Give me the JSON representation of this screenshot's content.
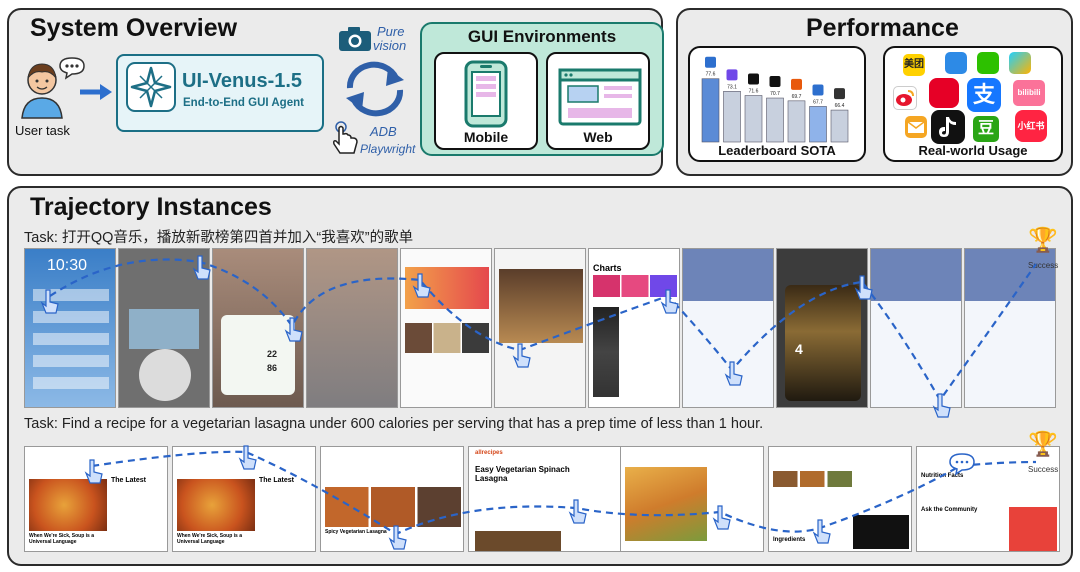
{
  "system_overview": {
    "title": "System Overview",
    "user_task_label": "User task",
    "agent_name": "UI-Venus-1.5",
    "agent_subtitle": "End-to-End GUI Agent",
    "pure_vision_line1": "Pure",
    "pure_vision_line2": "vision",
    "adb_label": "ADB",
    "playwright_label": "Playwright",
    "gui_env_title": "GUI Environments",
    "env_mobile": "Mobile",
    "env_web": "Web"
  },
  "performance": {
    "title": "Performance",
    "leaderboard_label": "Leaderboard SOTA",
    "realworld_label": "Real-world Usage",
    "bar_values": [
      "77.6",
      "73.1",
      "71.6",
      "70.7",
      "69.7",
      "67.7",
      "66.4"
    ],
    "app_labels": {
      "meituan": "美团",
      "alipay": "支",
      "douban": "豆",
      "bilibili": "bilibili",
      "xiaohongshu": "小红书"
    }
  },
  "trajectory": {
    "title": "Trajectory Instances",
    "task1": "Task: 打开QQ音乐，播放新歌榜第四首并加入“我喜欢”的歌单",
    "task2": "Task: Find a recipe for a vegetarian lasagna under 600 calories per serving that has a prep time of less than 1 hour.",
    "success_label": "Success",
    "mobile_screens": {
      "clock": "10:30",
      "charts": "Charts",
      "promo_price": "4",
      "price1": "22",
      "price2": "86"
    },
    "web_screens": {
      "site": "allrecipes",
      "latest": "The Latest",
      "headline": "When We're Sick, Soup is a Universal Language",
      "recipe_title": "Easy Vegetarian Spinach Lasagna",
      "nutrition": "Nutrition Facts",
      "community": "Ask the Community",
      "ingredients": "Ingredients",
      "spicy_lasagna": "Spicy Vegetarian Lasagna"
    }
  },
  "colors": {
    "panel_bg": "#ebebeb",
    "agent_blue": "#1d6f86",
    "gui_green": "#bfe8d9",
    "arrow_blue": "#2d6fce",
    "path_blue": "#2a64c8"
  }
}
